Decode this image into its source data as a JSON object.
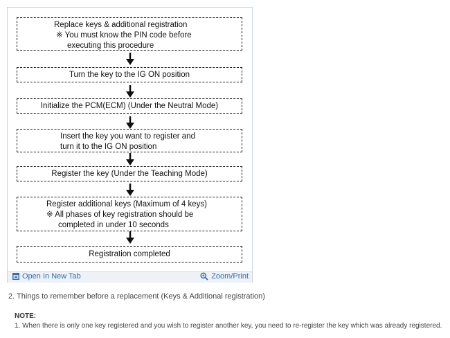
{
  "flowchart": {
    "steps": [
      {
        "lines": [
          "Replace keys & additional registration",
          "※ You must know the PIN code before",
          "executing this procedure"
        ]
      },
      {
        "lines": [
          "Turn the key to the IG ON position"
        ]
      },
      {
        "lines": [
          "Initialize the PCM(ECM) (Under the Neutral Mode)"
        ]
      },
      {
        "lines": [
          "Insert the key you want to register and",
          "turn it to the IG ON position"
        ]
      },
      {
        "lines": [
          "Register the key (Under the Teaching Mode)"
        ]
      },
      {
        "lines": [
          "Register additional keys (Maximum of 4 keys)",
          "※ All phases of key registration should be",
          "completed in under 10 seconds"
        ]
      },
      {
        "lines": [
          "Registration completed"
        ]
      }
    ]
  },
  "toolbar": {
    "open_new_tab_label": "Open In New Tab",
    "zoom_print_label": "Zoom/Print",
    "link_color": "#2f6db5"
  },
  "caption": "2. Things to remember before a replacement (Keys & Additional registration)",
  "note": {
    "title": "NOTE:",
    "items": [
      "1. When there is only one key registered and you wish to register another key, you need to re-register the key which was already registered."
    ]
  }
}
